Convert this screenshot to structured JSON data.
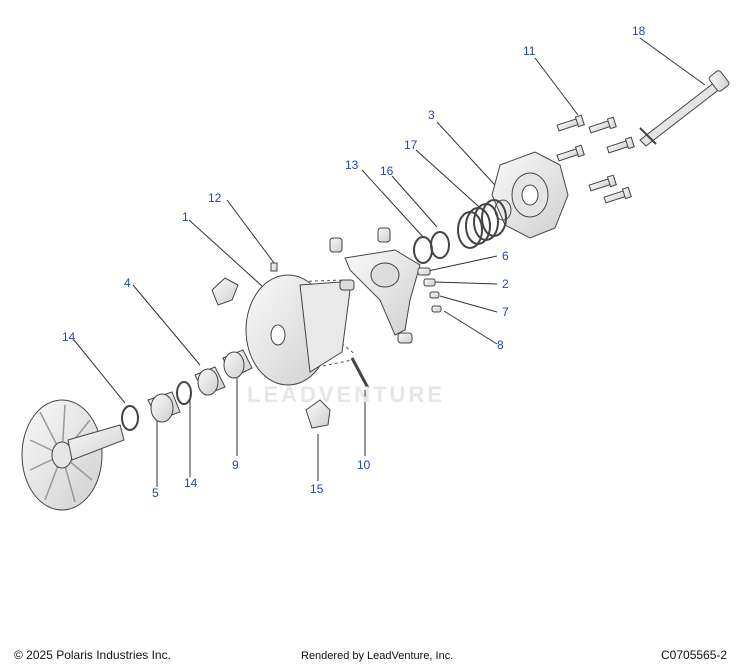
{
  "diagram": {
    "callouts": [
      {
        "id": "c18",
        "label": "18"
      },
      {
        "id": "c11",
        "label": "11"
      },
      {
        "id": "c3",
        "label": "3"
      },
      {
        "id": "c17",
        "label": "17"
      },
      {
        "id": "c16",
        "label": "16"
      },
      {
        "id": "c13",
        "label": "13"
      },
      {
        "id": "c12",
        "label": "12"
      },
      {
        "id": "c1",
        "label": "1"
      },
      {
        "id": "c6",
        "label": "6"
      },
      {
        "id": "c2",
        "label": "2"
      },
      {
        "id": "c7",
        "label": "7"
      },
      {
        "id": "c8",
        "label": "8"
      },
      {
        "id": "c4",
        "label": "4"
      },
      {
        "id": "c14a",
        "label": "14"
      },
      {
        "id": "c9",
        "label": "9"
      },
      {
        "id": "c14b",
        "label": "14"
      },
      {
        "id": "c5",
        "label": "5"
      },
      {
        "id": "c10",
        "label": "10"
      },
      {
        "id": "c15",
        "label": "15"
      }
    ],
    "watermark": "LEADVENTURE",
    "colors": {
      "callout": "#2244bb",
      "line": "#333333",
      "part_stroke": "#444444",
      "part_fill": "#f2f2f2"
    }
  },
  "footer": {
    "copyright": "© 2025 Polaris Industries Inc.",
    "rendered_by": "Rendered by LeadVenture, Inc.",
    "diagram_code": "C0705565-2"
  }
}
